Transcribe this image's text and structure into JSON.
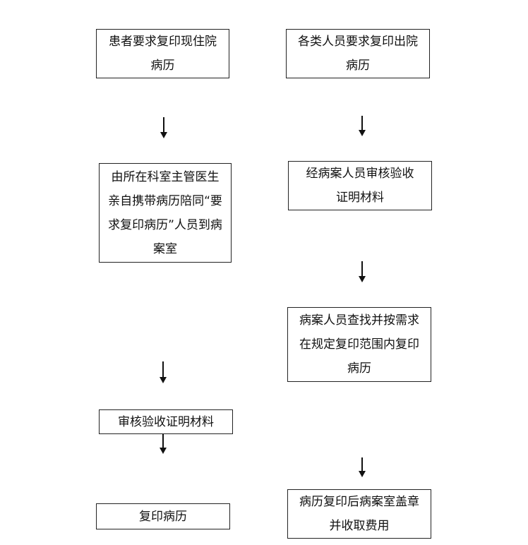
{
  "left_column": {
    "box1": {
      "lines": [
        "患者要求复印现住院",
        "病历"
      ]
    },
    "box2": {
      "lines": [
        "由所在科室主管医生",
        "亲自携带病历陪同“要",
        "求复印病历”人员到病",
        "案室"
      ]
    },
    "box3": {
      "lines": [
        "审核验收证明材料"
      ]
    },
    "box4": {
      "lines": [
        "复印病历"
      ]
    }
  },
  "right_column": {
    "box1": {
      "lines": [
        "各类人员要求复印出院",
        "病历"
      ]
    },
    "box2": {
      "lines": [
        "经病案人员审核验收",
        "证明材料"
      ]
    },
    "box3": {
      "lines": [
        "病案人员查找并按需求",
        "在规定复印范围内复印",
        "病历"
      ]
    },
    "box4": {
      "lines": [
        "病历复印后病案室盖章",
        "并收取费用"
      ]
    }
  },
  "colors": {
    "border": "#222222",
    "text": "#111111",
    "background": "#ffffff"
  }
}
